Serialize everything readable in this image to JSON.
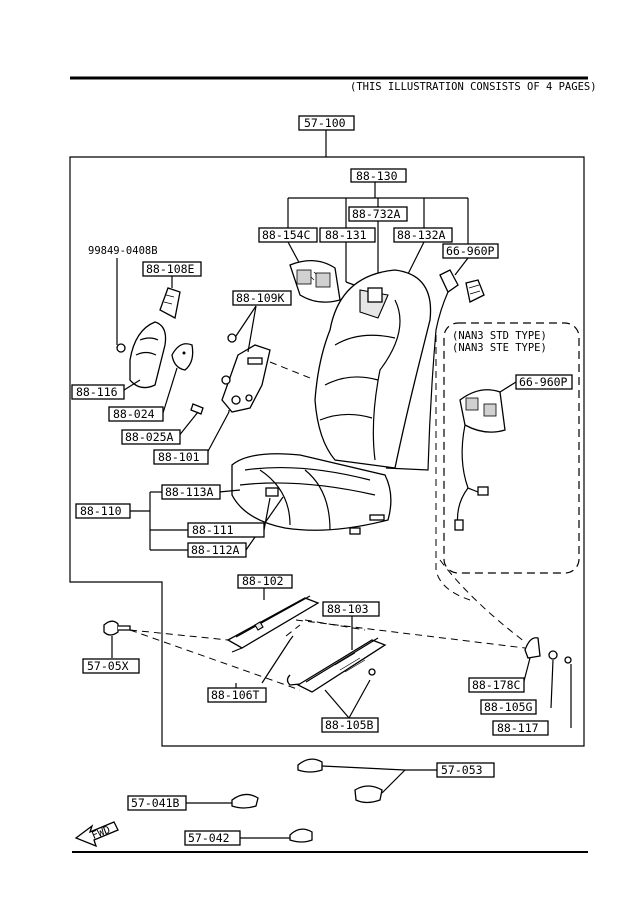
{
  "header": {
    "note": "(THIS ILLUSTRATION CONSISTS OF  4 PAGES)"
  },
  "labels": {
    "57-100": "57-100",
    "88-130": "88-130",
    "88-732A": "88-732A",
    "88-154C": "88-154C",
    "88-131": "88-131",
    "88-132A": "88-132A",
    "66-960P-top": "66-960P",
    "99849-0408B": "99849-0408B",
    "88-108E": "88-108E",
    "88-109K": "88-109K",
    "88-116": "88-116",
    "88-024": "88-024",
    "88-025A": "88-025A",
    "88-101": "88-101",
    "88-110": "88-110",
    "88-113A": "88-113A",
    "88-111": "88-111",
    "88-112A": "88-112A",
    "88-102": "88-102",
    "88-103": "88-103",
    "57-05X": "57-05X",
    "88-106T": "88-106T",
    "88-105B": "88-105B",
    "88-178C": "88-178C",
    "88-105G": "88-105G",
    "88-117": "88-117",
    "57-053": "57-053",
    "57-041B": "57-041B",
    "57-042": "57-042",
    "66-960P-inset": "66-960P"
  },
  "inset": {
    "line1": "(NAN3 STD TYPE)",
    "line2": "(NAN3 STE TYPE)"
  },
  "direction_label": "FWD"
}
